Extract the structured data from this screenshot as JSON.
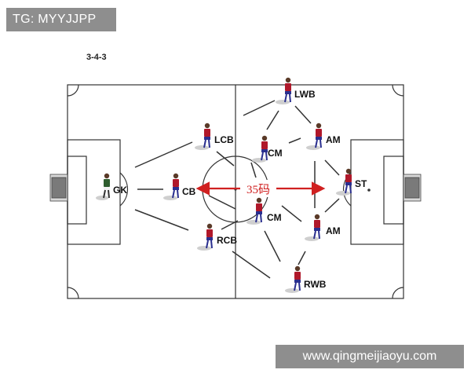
{
  "watermark": "TG: MYYJJPP",
  "formation": "3-4-3",
  "distance_label": "35码",
  "site": "www.qingmeijiaoyu.com",
  "colors": {
    "arrow": "#d02020",
    "jersey_blue": "#2a2f8f",
    "jersey_red": "#b0182a",
    "gk_green": "#2e5d2e"
  },
  "players": [
    {
      "id": "gk",
      "label": "GK"
    },
    {
      "id": "cb",
      "label": "CB"
    },
    {
      "id": "lcb",
      "label": "LCB"
    },
    {
      "id": "rcb",
      "label": "RCB"
    },
    {
      "id": "lwb",
      "label": "LWB"
    },
    {
      "id": "cm1",
      "label": "CM"
    },
    {
      "id": "cm2",
      "label": "CM"
    },
    {
      "id": "rwb",
      "label": "RWB"
    },
    {
      "id": "am1",
      "label": "AM"
    },
    {
      "id": "am2",
      "label": "AM"
    },
    {
      "id": "st",
      "label": "ST"
    }
  ]
}
